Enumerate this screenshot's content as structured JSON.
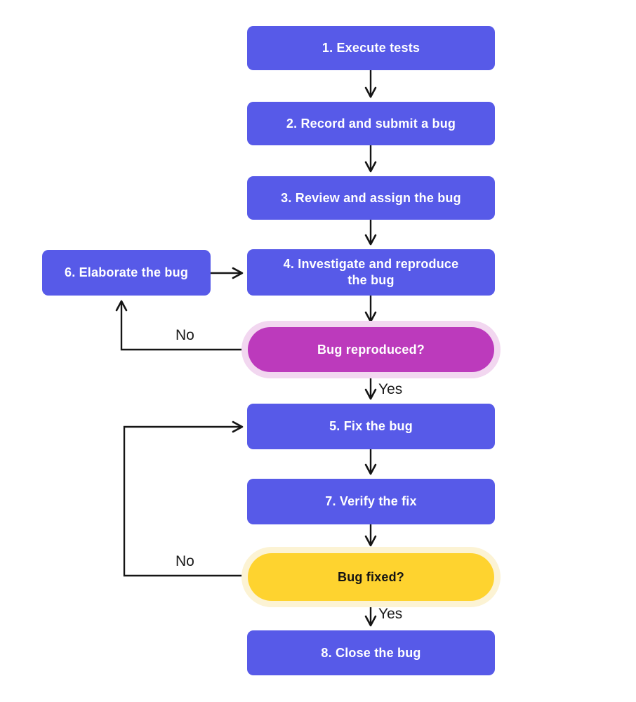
{
  "diagram": {
    "type": "flowchart",
    "background": "#ffffff",
    "colors": {
      "process_fill": "#575AE8",
      "process_text": "#ffffff",
      "decision_reproduced_fill": "#BC3ABC",
      "decision_reproduced_halo": "#F2D7F0",
      "decision_reproduced_text": "#ffffff",
      "decision_fixed_fill": "#FED32F",
      "decision_fixed_halo": "#FCF3D4",
      "decision_fixed_text": "#141414",
      "arrow": "#151515"
    },
    "nodes": [
      {
        "id": "execute-tests",
        "type": "process",
        "label": "1. Execute tests"
      },
      {
        "id": "record-submit-bug",
        "type": "process",
        "label": "2. Record and submit a bug"
      },
      {
        "id": "review-assign-bug",
        "type": "process",
        "label": "3. Review and assign the bug"
      },
      {
        "id": "investigate-reproduce-bug",
        "type": "process",
        "label": "4. Investigate and reproduce the bug"
      },
      {
        "id": "elaborate-bug",
        "type": "process",
        "label": "6. Elaborate the bug"
      },
      {
        "id": "bug-reproduced",
        "type": "decision",
        "label": "Bug reproduced?"
      },
      {
        "id": "fix-bug",
        "type": "process",
        "label": "5. Fix the bug"
      },
      {
        "id": "verify-fix",
        "type": "process",
        "label": "7. Verify the fix"
      },
      {
        "id": "bug-fixed",
        "type": "decision",
        "label": "Bug fixed?"
      },
      {
        "id": "close-bug",
        "type": "process",
        "label": "8. Close the bug"
      }
    ],
    "edges": [
      {
        "from": "execute-tests",
        "to": "record-submit-bug",
        "label": ""
      },
      {
        "from": "record-submit-bug",
        "to": "review-assign-bug",
        "label": ""
      },
      {
        "from": "review-assign-bug",
        "to": "investigate-reproduce-bug",
        "label": ""
      },
      {
        "from": "investigate-reproduce-bug",
        "to": "bug-reproduced",
        "label": ""
      },
      {
        "from": "bug-reproduced",
        "to": "fix-bug",
        "label": "Yes"
      },
      {
        "from": "bug-reproduced",
        "to": "elaborate-bug",
        "label": "No"
      },
      {
        "from": "elaborate-bug",
        "to": "investigate-reproduce-bug",
        "label": ""
      },
      {
        "from": "fix-bug",
        "to": "verify-fix",
        "label": ""
      },
      {
        "from": "verify-fix",
        "to": "bug-fixed",
        "label": ""
      },
      {
        "from": "bug-fixed",
        "to": "close-bug",
        "label": "Yes"
      },
      {
        "from": "bug-fixed",
        "to": "fix-bug",
        "label": "No"
      }
    ]
  }
}
